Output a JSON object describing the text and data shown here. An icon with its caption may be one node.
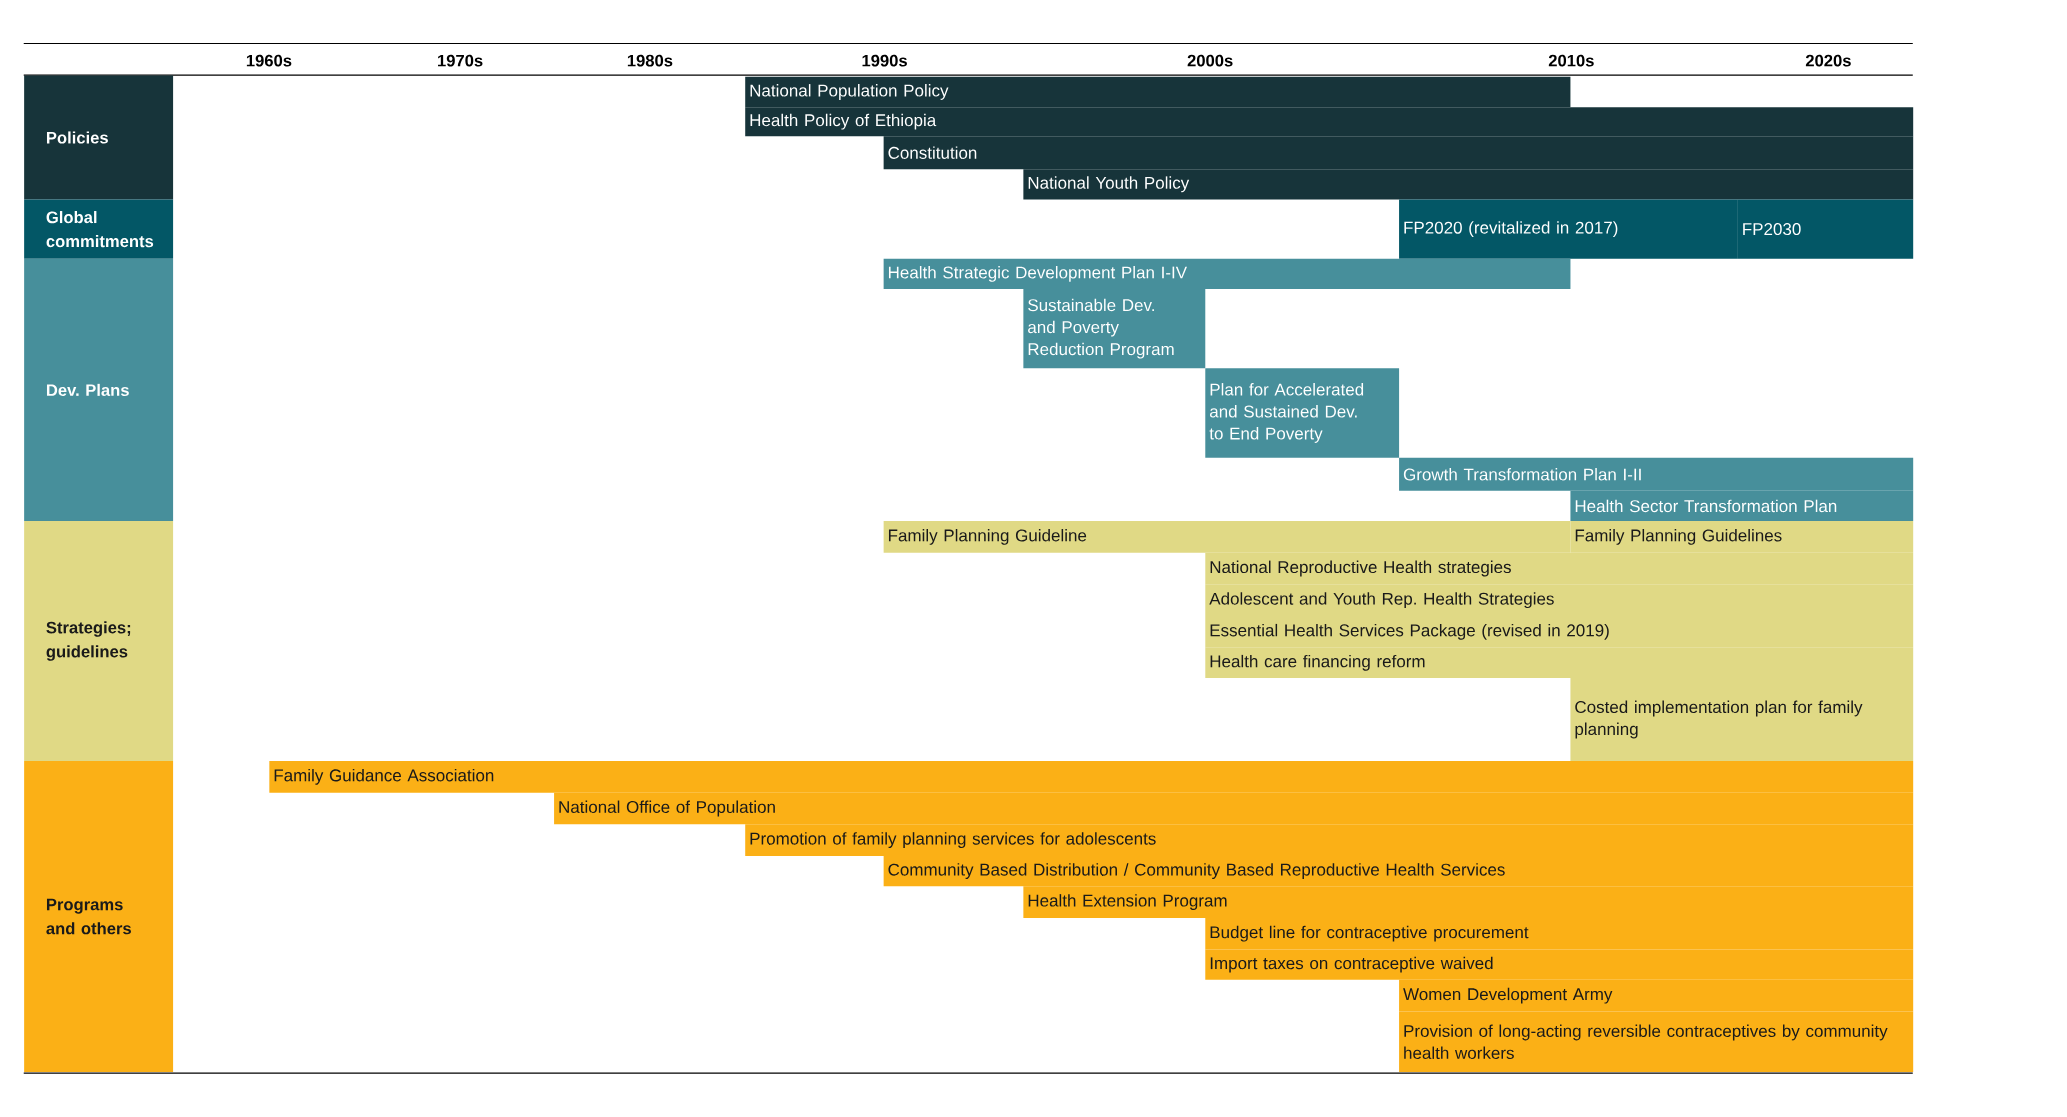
{
  "diagram": {
    "nodes": [
      {
        "text": [
          "Policies"
        ]
      },
      {
        "text": [
          "National Population Policy"
        ]
      },
      {
        "text": [
          "Health Policy of Ethiopia"
        ]
      },
      {
        "text": [
          "Constitution"
        ]
      },
      {
        "text": [
          "National Youth Policy"
        ]
      },
      {
        "text": [
          "Global commitments"
        ]
      },
      {
        "text": [
          "FP2020 (revitalized in 2017)"
        ]
      },
      {
        "text": [
          "FP2030"
        ]
      },
      {
        "text": [
          "Dev. Plans"
        ]
      },
      {
        "text": [
          "Health Strategic Development Plan I-IV"
        ]
      },
      {
        "text": [
          "Sustainable Dev. and Poverty Reduction Program"
        ]
      },
      {
        "text": [
          "Plan for Accelerated and Sustained Dev. to End Poverty"
        ]
      },
      {
        "text": [
          "Growth Transformation Plan I-II"
        ]
      },
      {
        "text": [
          "Health Sector Transformation Plan"
        ]
      },
      {
        "text": [
          "Strategies; guidelines"
        ]
      },
      {
        "text": [
          "Family Planning Guideline"
        ]
      },
      {
        "text": [
          "Family Planning Guidelines"
        ]
      },
      {
        "text": [
          "National Reproductive Health strategies"
        ]
      },
      {
        "text": [
          "Adolescent and Youth Rep. Health Strategies"
        ]
      },
      {
        "text": [
          "Essential Health Services Package (revised in 2019)"
        ]
      },
      {
        "text": [
          "Health care financing reform"
        ]
      },
      {
        "text": [
          "Costed implementation plan for family planning"
        ]
      },
      {
        "text": [
          "Programs and others"
        ]
      },
      {
        "text": [
          "Family Guidance Association"
        ]
      },
      {
        "text": [
          "National Office of Population"
        ]
      },
      {
        "text": [
          "Promotion of family planning services for adolescents"
        ]
      },
      {
        "text": [
          "Community Based Distribution / Community Based Reproductive Health Services"
        ]
      },
      {
        "text": [
          "Health Extension Program"
        ]
      },
      {
        "text": [
          "Budget line for contraceptive procurement"
        ]
      },
      {
        "text": [
          "Import taxes on contraceptive waived"
        ]
      },
      {
        "text": [
          "Women Development Army"
        ]
      },
      {
        "text": [
          "Provision of long-acting reversible contraceptives by community health workers"
        ]
      }
    ],
    "labels": [
      "1960s",
      "1970s",
      "1980s",
      "1990s",
      "2000s",
      "2010s",
      "2020s"
    ]
  }
}
